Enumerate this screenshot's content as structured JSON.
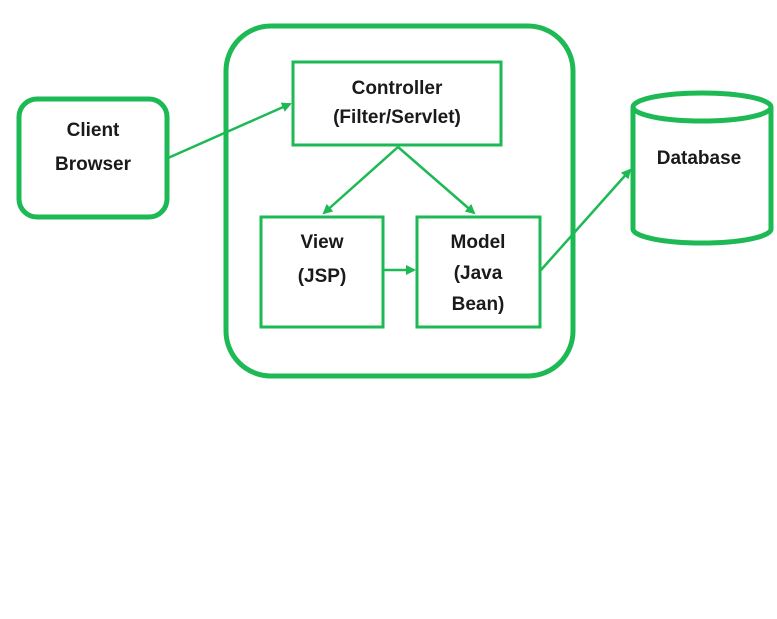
{
  "colors": {
    "accent": "#1db954",
    "text": "#1a1a1a",
    "background": "#ffffff"
  },
  "nodes": {
    "client": {
      "line1": "Client",
      "line2": "Browser"
    },
    "controller": {
      "line1": "Controller",
      "line2": "(Filter/Servlet)"
    },
    "view": {
      "line1": "View",
      "line2": "(JSP)"
    },
    "model": {
      "line1": "Model",
      "line2": "(Java",
      "line3": "Bean)"
    },
    "database": {
      "line1": "Database"
    }
  }
}
